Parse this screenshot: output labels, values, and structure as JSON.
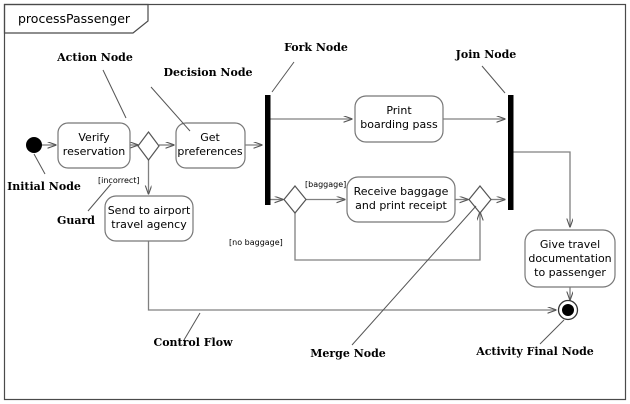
{
  "frame": {
    "title": "processPassenger"
  },
  "nodes": {
    "verify_reservation": {
      "line1": "Verify",
      "line2": "reservation"
    },
    "get_preferences": {
      "line1": "Get",
      "line2": "preferences"
    },
    "send_to_agency": {
      "line1": "Send to airport",
      "line2": "travel agency"
    },
    "print_boarding_pass": {
      "line1": "Print",
      "line2": "boarding pass"
    },
    "receive_baggage": {
      "line1": "Receive baggage",
      "line2": "and print receipt"
    },
    "give_documentation": {
      "line1": "Give travel",
      "line2": "documentation",
      "line3": "to passenger"
    }
  },
  "guards": {
    "incorrect": "[incorrect]",
    "baggage": "[baggage]",
    "no_baggage": "[no baggage]"
  },
  "annotations": {
    "action_node": "Action Node",
    "decision_node": "Decision Node",
    "fork_node": "Fork Node",
    "join_node": "Join Node",
    "initial_node": "Initial Node",
    "guard": "Guard",
    "control_flow": "Control Flow",
    "merge_node": "Merge Node",
    "activity_final_node": "Activity Final Node"
  },
  "colors": {
    "background": "#ffffff",
    "frame_stroke": "#4a4a4a",
    "node_stroke": "#777777",
    "flow_stroke": "#808080",
    "bar_fill": "#000000",
    "text": "#000000"
  }
}
